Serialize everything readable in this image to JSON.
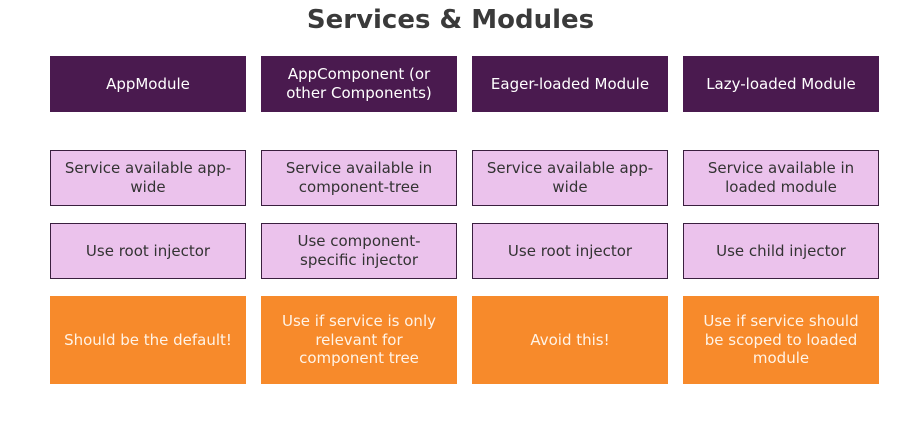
{
  "title": "Services & Modules",
  "columns": [
    {
      "header": "AppModule",
      "availability": "Service available app-wide",
      "injector": "Use root injector",
      "note": "Should be the default!"
    },
    {
      "header": "AppComponent (or other Components)",
      "availability": "Service available in component-tree",
      "injector": "Use component-specific injector",
      "note": "Use if service is only relevant for component tree"
    },
    {
      "header": "Eager-loaded Module",
      "availability": "Service available app-wide",
      "injector": "Use root injector",
      "note": "Avoid this!"
    },
    {
      "header": "Lazy-loaded Module",
      "availability": "Service available in loaded module",
      "injector": "Use child injector",
      "note": "Use if service should be scoped to loaded module"
    }
  ],
  "colors": {
    "header_bg": "#4a1a4f",
    "info_bg": "#ebc2ec",
    "note_bg": "#f78a2b"
  }
}
